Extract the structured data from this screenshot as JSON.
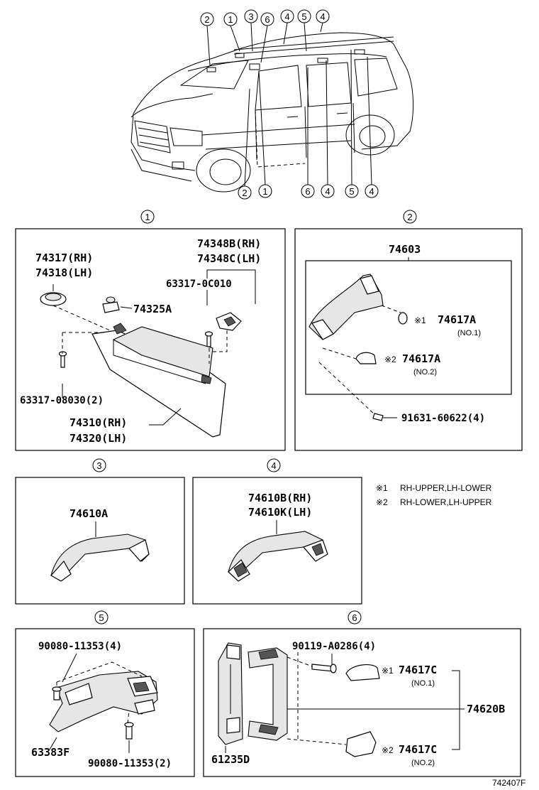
{
  "car_callouts": {
    "top": [
      "2",
      "1",
      "3",
      "6",
      "4",
      "5",
      "4"
    ],
    "bottom": [
      "2",
      "1",
      "6",
      "4",
      "5",
      "4"
    ]
  },
  "section1": {
    "number": "1",
    "labels": {
      "p74317": "74317(RH)",
      "p74318": "74318(LH)",
      "p74325A": "74325A",
      "p74348B": "74348B(RH)",
      "p74348C": "74348C(LH)",
      "p63317_0C010": "63317-0C010",
      "p63317_08030": "63317-08030(2)",
      "p74310": "74310(RH)",
      "p74320": "74320(LH)"
    }
  },
  "section2": {
    "number": "2",
    "labels": {
      "p74603": "74603",
      "mark1": "※1",
      "p74617A_1": "74617A",
      "no1": "(NO.1)",
      "mark2": "※2",
      "p74617A_2": "74617A",
      "no2": "(NO.2)",
      "p91631": "91631-60622(4)"
    }
  },
  "section3": {
    "number": "3",
    "labels": {
      "p74610A": "74610A"
    }
  },
  "section4": {
    "number": "4",
    "labels": {
      "p74610B": "74610B(RH)",
      "p74610K": "74610K(LH)"
    }
  },
  "notes": {
    "n1_mark": "※1",
    "n1_text": "RH-UPPER,LH-LOWER",
    "n2_mark": "※2",
    "n2_text": "RH-LOWER,LH-UPPER"
  },
  "section5": {
    "number": "5",
    "labels": {
      "p90080_top": "90080-11353(4)",
      "p63383F": "63383F",
      "p90080_bot": "90080-11353(2)"
    }
  },
  "section6": {
    "number": "6",
    "labels": {
      "p90119": "90119-A0286(4)",
      "mark1": "※1",
      "p74617C_1": "74617C",
      "no1": "(NO.1)",
      "p74620B": "74620B",
      "p61235D": "61235D",
      "mark2": "※2",
      "p74617C_2": "74617C",
      "no2": "(NO.2)"
    }
  },
  "figure_id": "742407F"
}
